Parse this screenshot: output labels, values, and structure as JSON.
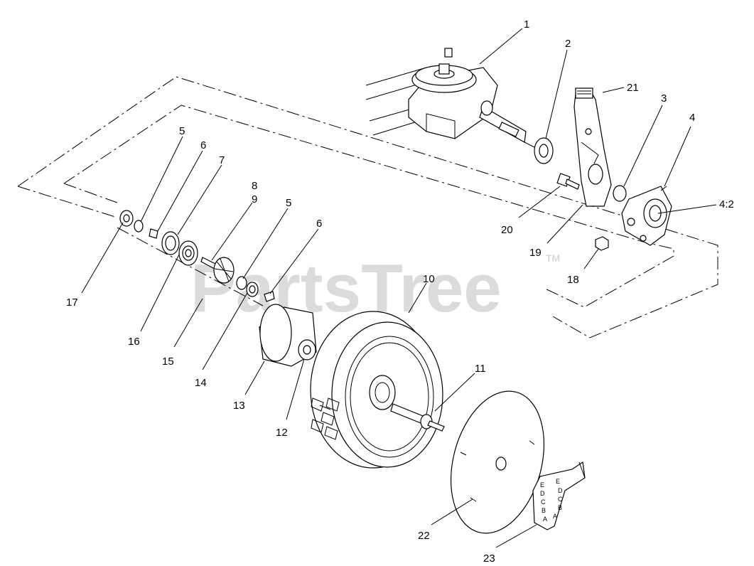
{
  "watermark": {
    "text": "PartsTree",
    "trademark": "TM"
  },
  "callouts": [
    {
      "id": "1",
      "text": "1"
    },
    {
      "id": "2",
      "text": "2"
    },
    {
      "id": "21",
      "text": "21"
    },
    {
      "id": "3",
      "text": "3"
    },
    {
      "id": "4",
      "text": "4"
    },
    {
      "id": "4:2",
      "text": "4:2"
    },
    {
      "id": "20",
      "text": "20"
    },
    {
      "id": "19",
      "text": "19"
    },
    {
      "id": "18",
      "text": "18"
    },
    {
      "id": "5a",
      "text": "5"
    },
    {
      "id": "6a",
      "text": "6"
    },
    {
      "id": "7",
      "text": "7"
    },
    {
      "id": "8",
      "text": "8"
    },
    {
      "id": "9",
      "text": "9"
    },
    {
      "id": "5b",
      "text": "5"
    },
    {
      "id": "6b",
      "text": "6"
    },
    {
      "id": "10",
      "text": "10"
    },
    {
      "id": "17",
      "text": "17"
    },
    {
      "id": "16",
      "text": "16"
    },
    {
      "id": "15",
      "text": "15"
    },
    {
      "id": "14",
      "text": "14"
    },
    {
      "id": "13",
      "text": "13"
    },
    {
      "id": "12",
      "text": "12"
    },
    {
      "id": "11",
      "text": "11"
    },
    {
      "id": "22",
      "text": "22"
    },
    {
      "id": "23",
      "text": "23"
    }
  ],
  "height_adjuster_letters": [
    "E",
    "D",
    "C",
    "B",
    "A",
    "E",
    "D",
    "C",
    "B",
    "A"
  ]
}
